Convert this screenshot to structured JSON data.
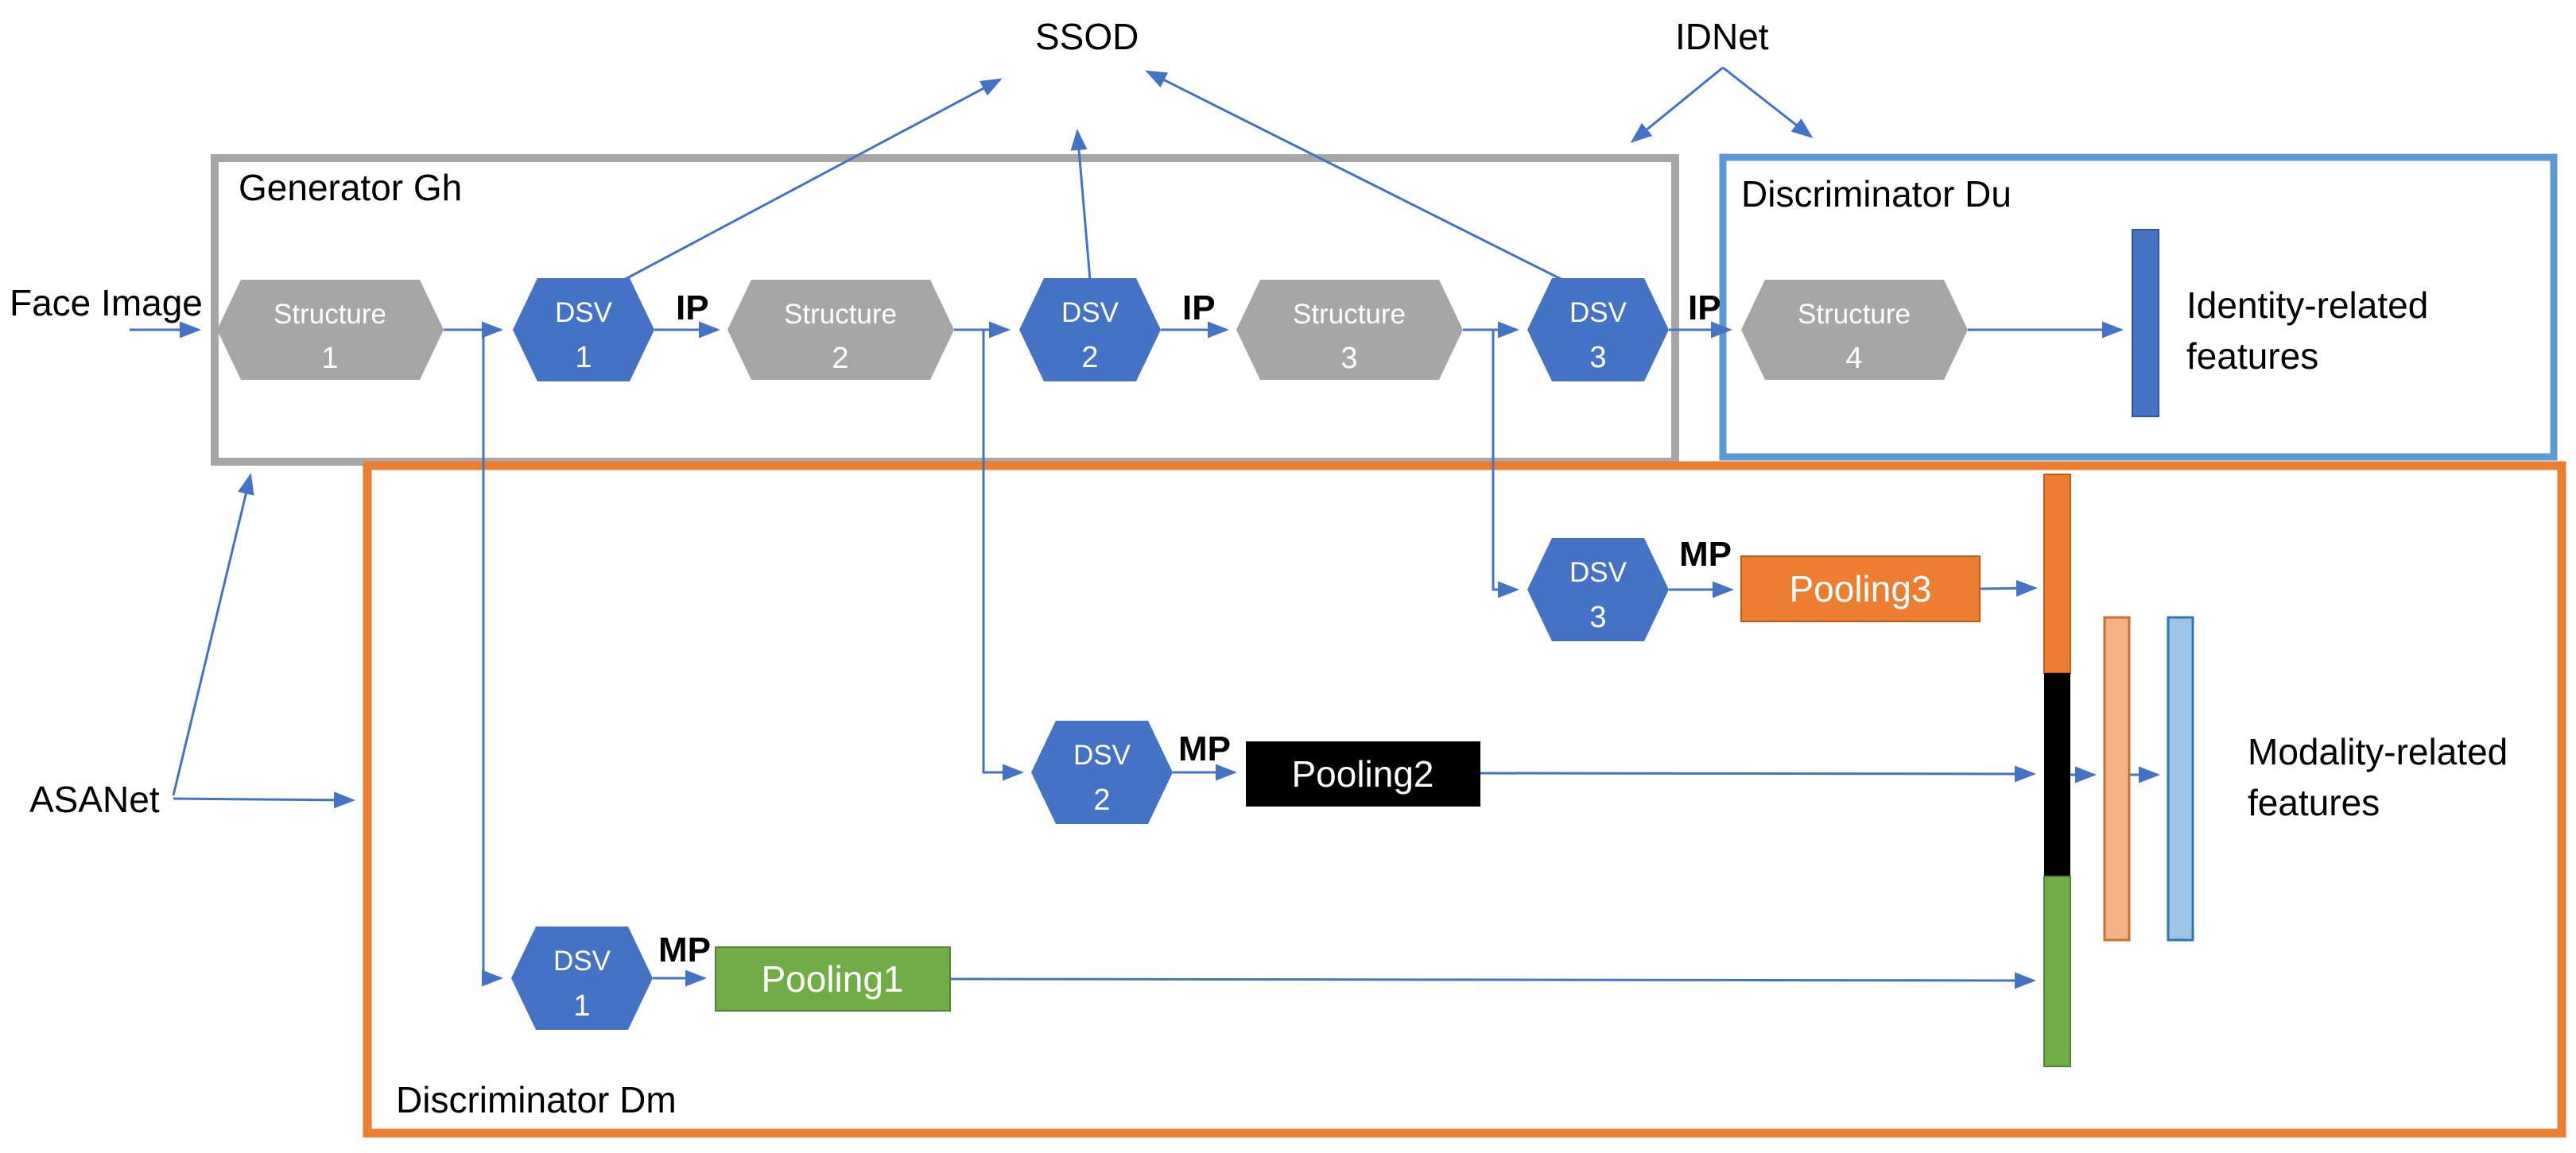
{
  "labels": {
    "face_image": "Face Image",
    "ssod": "SSOD",
    "idnet": "IDNet",
    "asanet": "ASANet",
    "generator": "Generator Gh",
    "discriminator_du": "Discriminator Du",
    "discriminator_dm": "Discriminator Dm",
    "ip": "IP",
    "mp": "MP",
    "identity_line1": "Identity-related",
    "identity_line2": "features",
    "modality_line1": "Modality-related",
    "modality_line2": "features"
  },
  "nodes": {
    "structure1": {
      "title": "Structure",
      "num": "1"
    },
    "structure2": {
      "title": "Structure",
      "num": "2"
    },
    "structure3": {
      "title": "Structure",
      "num": "3"
    },
    "structure4": {
      "title": "Structure",
      "num": "4"
    },
    "dsv1": {
      "title": "DSV",
      "num": "1"
    },
    "dsv2": {
      "title": "DSV",
      "num": "2"
    },
    "dsv3": {
      "title": "DSV",
      "num": "3"
    },
    "dsv1b": {
      "title": "DSV",
      "num": "1"
    },
    "dsv2b": {
      "title": "DSV",
      "num": "2"
    },
    "dsv3b": {
      "title": "DSV",
      "num": "3"
    },
    "pooling1": {
      "label": "Pooling1"
    },
    "pooling2": {
      "label": "Pooling2"
    },
    "pooling3": {
      "label": "Pooling3"
    }
  },
  "colors": {
    "arrow_blue": "#4472C4",
    "dsv_fill": "#4472C4",
    "dsv_stroke": "#2F5597",
    "structure_gray": "#A6A6A6",
    "generator_border": "#A6A6A6",
    "du_border": "#5B9BD5",
    "dm_border": "#ED7D31",
    "pooling1_fill": "#70AD47",
    "pooling1_stroke": "#548235",
    "pooling2_fill": "#000000",
    "pooling3_fill": "#ED7D31",
    "pooling3_stroke": "#C55A11",
    "bar_orange": "#ED7D31",
    "bar_orange_stroke": "#C55A11",
    "bar_black": "#000000",
    "bar_green": "#70AD47",
    "bar_green_stroke": "#548235",
    "bar_salmon_fill": "#F4B183",
    "bar_salmon_stroke": "#C9712E",
    "bar_lightblue_fill": "#9DC3E6",
    "bar_lightblue_stroke": "#2E75B6",
    "identity_bar_fill": "#4472C4",
    "identity_bar_stroke": "#2F5597",
    "text_black": "#000000",
    "text_white": "#FFFFFF"
  }
}
